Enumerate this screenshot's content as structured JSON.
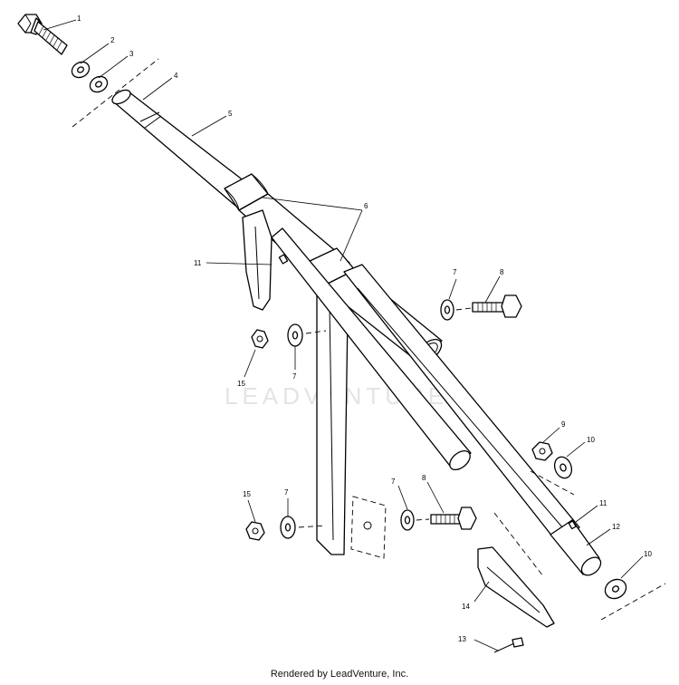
{
  "watermark": "LEADVENTURE",
  "footer": "Rendered by LeadVenture, Inc.",
  "callouts": [
    {
      "id": "c1",
      "label": "1"
    },
    {
      "id": "c2",
      "label": "2"
    },
    {
      "id": "c3",
      "label": "3"
    },
    {
      "id": "c4",
      "label": "4"
    },
    {
      "id": "c5",
      "label": "5"
    },
    {
      "id": "c6",
      "label": "6"
    },
    {
      "id": "c11a",
      "label": "11"
    },
    {
      "id": "c7a",
      "label": "7"
    },
    {
      "id": "c8a",
      "label": "8"
    },
    {
      "id": "c15a",
      "label": "15"
    },
    {
      "id": "c7b",
      "label": "7"
    },
    {
      "id": "c9",
      "label": "9"
    },
    {
      "id": "c10a",
      "label": "10"
    },
    {
      "id": "c11b",
      "label": "11"
    },
    {
      "id": "c12",
      "label": "12"
    },
    {
      "id": "c10b",
      "label": "10"
    },
    {
      "id": "c15b",
      "label": "15"
    },
    {
      "id": "c7c",
      "label": "7"
    },
    {
      "id": "c7d",
      "label": "7"
    },
    {
      "id": "c8b",
      "label": "8"
    },
    {
      "id": "c14",
      "label": "14"
    },
    {
      "id": "c13",
      "label": "13"
    }
  ]
}
